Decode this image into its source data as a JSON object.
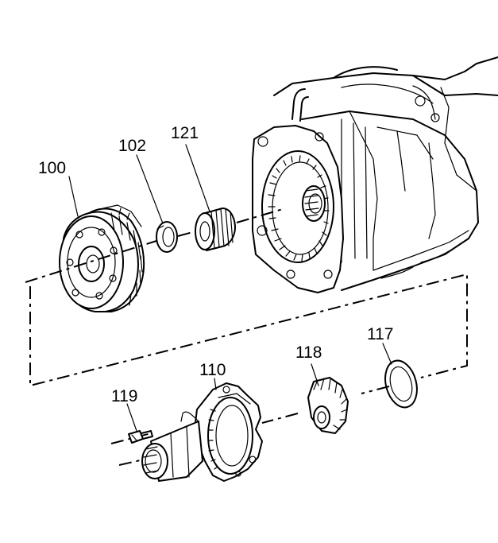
{
  "labels": {
    "p100": "100",
    "p102": "102",
    "p121": "121",
    "p110": "110",
    "p118": "118",
    "p117": "117",
    "p119": "119"
  }
}
